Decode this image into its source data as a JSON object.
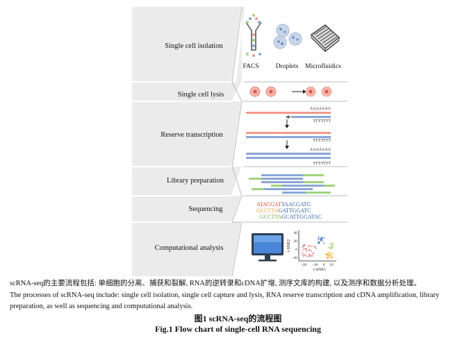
{
  "steps": {
    "isolation": "Single cell isolation",
    "lysis": "Single cell lysis",
    "rt": "Reserve transcription",
    "library": "Library preparation",
    "sequencing": "Sequencing",
    "analysis": "Computational analysis"
  },
  "isolation_methods": {
    "facs": "FACS",
    "droplets": "Droplets",
    "microfluidics": "Microfluidics"
  },
  "rt_labels": {
    "polyA_1": "AAAAAAA",
    "polyT_1": "TTTTTTT",
    "polyT_2": "TTTTTTT",
    "polyA_2": "AAAAAAA",
    "polyT_3": "TTTTTTT"
  },
  "sequences": {
    "line1": {
      "part_a": "ATACGAT",
      "part_b": "TAACGATG"
    },
    "line2": {
      "part_a": "GCCTTA",
      "part_b": "GATTGGATC"
    },
    "line3": {
      "part_a": "GCCTTA",
      "part_b": "GCATTGGATAC"
    }
  },
  "tsne": {
    "xlabel": "t-SNE1",
    "ylabel": "t-SNE2",
    "xticks": [
      "−20",
      "−10",
      "0",
      "10"
    ],
    "yticks": [
      "40",
      "20",
      "0",
      "−20"
    ]
  },
  "caption": {
    "zh": "scRNA-seq的主要流程包括: 单细胞的分离、捕获和裂解, RNA的逆转录和cDNA扩增, 测序文库的构建, 以及测序和数据分析处理。",
    "en": "The processes of scRNA-seq include: single cell isolation, single cell capture and lysis, RNA reserve transcription and cDNA amplification, library preparation, as well as sequencing and computational analysis.",
    "title_zh": "图1   scRNA-seq的流程图",
    "title_en": "Fig.1   Flow chart of single-cell RNA sequencing"
  },
  "colors": {
    "panel": "#ebebeb",
    "blue": "#8aa6d8",
    "red": "#f3998a",
    "green": "#9fd27d",
    "seq_red": "#e53935",
    "seq_orange": "#f59a3a",
    "seq_green": "#6aaa3a",
    "seq_blue": "#2e5aa8"
  }
}
